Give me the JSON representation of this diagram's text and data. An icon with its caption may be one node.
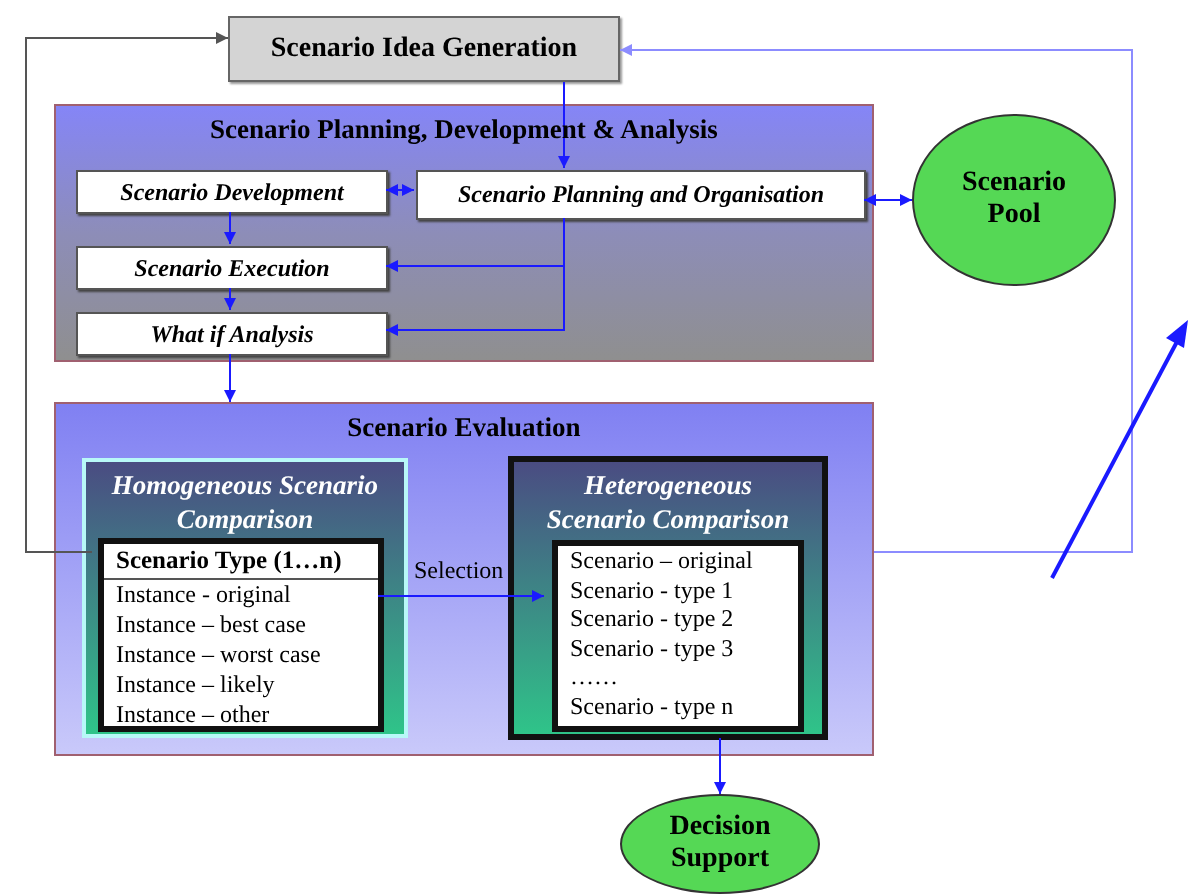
{
  "diagram": {
    "nodes": [
      {
        "text": [
          "Scenario Idea Generation"
        ]
      },
      {
        "text": [
          "Scenario Planning, Development & Analysis"
        ]
      },
      {
        "text": [
          "Scenario Development"
        ],
        "in": 1
      },
      {
        "text": [
          "Scenario Planning and Organisation"
        ],
        "in": 1
      },
      {
        "text": [
          "Scenario Execution"
        ],
        "in": 1
      },
      {
        "text": [
          "What if Analysis"
        ],
        "in": 1
      },
      {
        "text": [
          "Scenario Pool"
        ]
      },
      {
        "text": [
          "Scenario Evaluation"
        ]
      },
      {
        "text": [
          "Homogeneous Scenario Comparison"
        ],
        "in": 7
      },
      {
        "text": [
          "Scenario Type (1…n)",
          "Instance - original",
          "Instance – best case",
          "Instance – worst case",
          "Instance – likely",
          "Instance – other"
        ],
        "in": 8
      },
      {
        "text": [
          "Heterogeneous Scenario Comparison"
        ],
        "in": 7
      },
      {
        "text": [
          "Scenario – original",
          "Scenario - type 1",
          "Scenario - type 2",
          "Scenario - type 3",
          "……",
          "Scenario - type n"
        ],
        "in": 10
      },
      {
        "text": [
          "Decision Support"
        ]
      }
    ],
    "edges": [
      {
        "from": 5,
        "to": 7,
        "arrow": "to"
      },
      {
        "from": 0,
        "to": 3,
        "arrow": "to"
      },
      {
        "from": 2,
        "to": 3,
        "arrow": "both"
      },
      {
        "from": 3,
        "to": 6,
        "arrow": "both"
      },
      {
        "from": 2,
        "to": 4,
        "arrow": "to"
      },
      {
        "from": 4,
        "to": 5,
        "arrow": "to"
      },
      {
        "from": 3,
        "to": 4,
        "arrow": "to"
      },
      {
        "from": 3,
        "to": 5,
        "arrow": "to"
      },
      {
        "from": 9,
        "to": 0,
        "arrow": "to",
        "color": "#555555"
      },
      {
        "from": 7,
        "to": 0,
        "arrow": "to",
        "color": "#8c8cff"
      },
      {
        "from": 9,
        "to": 11,
        "arrow": "to",
        "label": "Selection"
      },
      {
        "from": 10,
        "to": 12,
        "arrow": "to"
      }
    ]
  }
}
